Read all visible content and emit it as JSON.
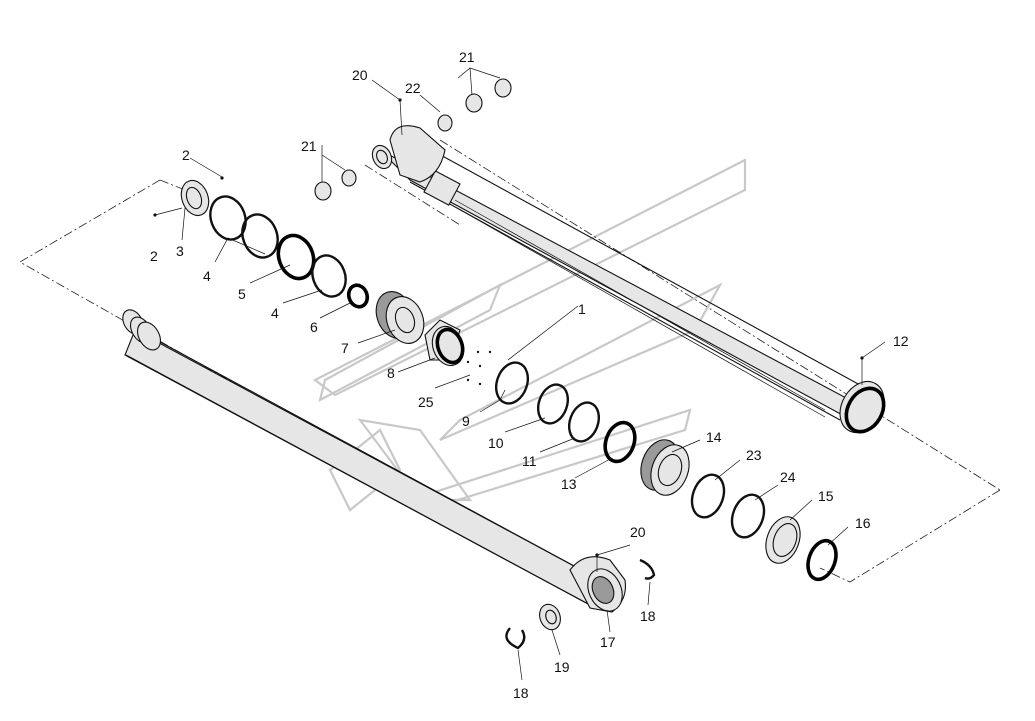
{
  "callouts": [
    {
      "id": "c1",
      "text": "1"
    },
    {
      "id": "c2a",
      "text": "2"
    },
    {
      "id": "c2b",
      "text": "2"
    },
    {
      "id": "c3",
      "text": "3"
    },
    {
      "id": "c4a",
      "text": "4"
    },
    {
      "id": "c4b",
      "text": "4"
    },
    {
      "id": "c5",
      "text": "5"
    },
    {
      "id": "c6",
      "text": "6"
    },
    {
      "id": "c7",
      "text": "7"
    },
    {
      "id": "c8",
      "text": "8"
    },
    {
      "id": "c9",
      "text": "9"
    },
    {
      "id": "c10",
      "text": "10"
    },
    {
      "id": "c11",
      "text": "11"
    },
    {
      "id": "c12",
      "text": "12"
    },
    {
      "id": "c13",
      "text": "13"
    },
    {
      "id": "c14",
      "text": "14"
    },
    {
      "id": "c15",
      "text": "15"
    },
    {
      "id": "c16",
      "text": "16"
    },
    {
      "id": "c17",
      "text": "17"
    },
    {
      "id": "c18a",
      "text": "18"
    },
    {
      "id": "c18b",
      "text": "18"
    },
    {
      "id": "c19",
      "text": "19"
    },
    {
      "id": "c20a",
      "text": "20"
    },
    {
      "id": "c20b",
      "text": "20"
    },
    {
      "id": "c21a",
      "text": "21"
    },
    {
      "id": "c21b",
      "text": "21"
    },
    {
      "id": "c22",
      "text": "22"
    },
    {
      "id": "c23",
      "text": "23"
    },
    {
      "id": "c24",
      "text": "24"
    },
    {
      "id": "c25",
      "text": "25"
    }
  ]
}
